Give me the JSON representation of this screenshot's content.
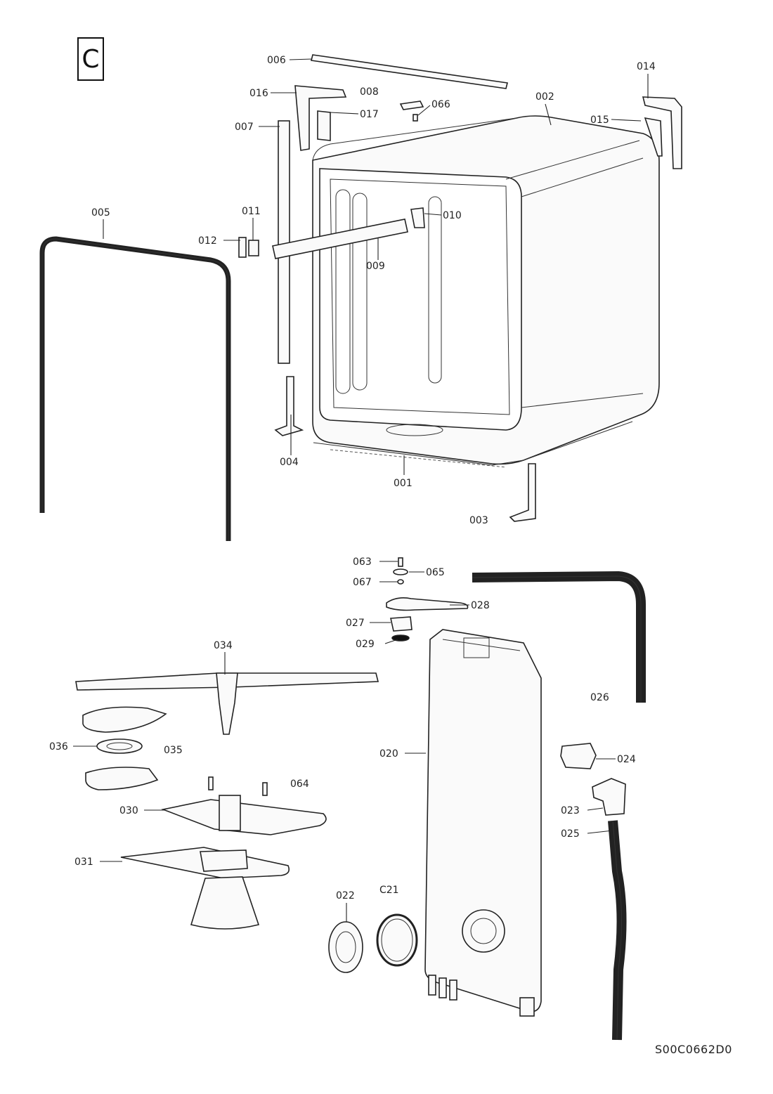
{
  "section_letter": "C",
  "drawing_code": "S00C0662D0",
  "parts": [
    {
      "id": "p006",
      "label": "006"
    },
    {
      "id": "p014",
      "label": "014"
    },
    {
      "id": "p016",
      "label": "016"
    },
    {
      "id": "p008",
      "label": "008"
    },
    {
      "id": "p066",
      "label": "066"
    },
    {
      "id": "p002",
      "label": "002"
    },
    {
      "id": "p017",
      "label": "017"
    },
    {
      "id": "p015",
      "label": "015"
    },
    {
      "id": "p007",
      "label": "007"
    },
    {
      "id": "p005",
      "label": "005"
    },
    {
      "id": "p011",
      "label": "011"
    },
    {
      "id": "p010",
      "label": "010"
    },
    {
      "id": "p012",
      "label": "012"
    },
    {
      "id": "p009",
      "label": "009"
    },
    {
      "id": "p004",
      "label": "004"
    },
    {
      "id": "p001",
      "label": "001"
    },
    {
      "id": "p003",
      "label": "003"
    },
    {
      "id": "p063",
      "label": "063"
    },
    {
      "id": "p065",
      "label": "065"
    },
    {
      "id": "p067",
      "label": "067"
    },
    {
      "id": "p028",
      "label": "028"
    },
    {
      "id": "p027",
      "label": "027"
    },
    {
      "id": "p029",
      "label": "029"
    },
    {
      "id": "p034",
      "label": "034"
    },
    {
      "id": "p026",
      "label": "026"
    },
    {
      "id": "p036",
      "label": "036"
    },
    {
      "id": "p035",
      "label": "035"
    },
    {
      "id": "p020",
      "label": "020"
    },
    {
      "id": "p024",
      "label": "024"
    },
    {
      "id": "p064",
      "label": "064"
    },
    {
      "id": "p030",
      "label": "030"
    },
    {
      "id": "p023",
      "label": "023"
    },
    {
      "id": "p025",
      "label": "025"
    },
    {
      "id": "p031",
      "label": "031"
    },
    {
      "id": "p022",
      "label": "022"
    },
    {
      "id": "p021",
      "label": "C21"
    }
  ]
}
